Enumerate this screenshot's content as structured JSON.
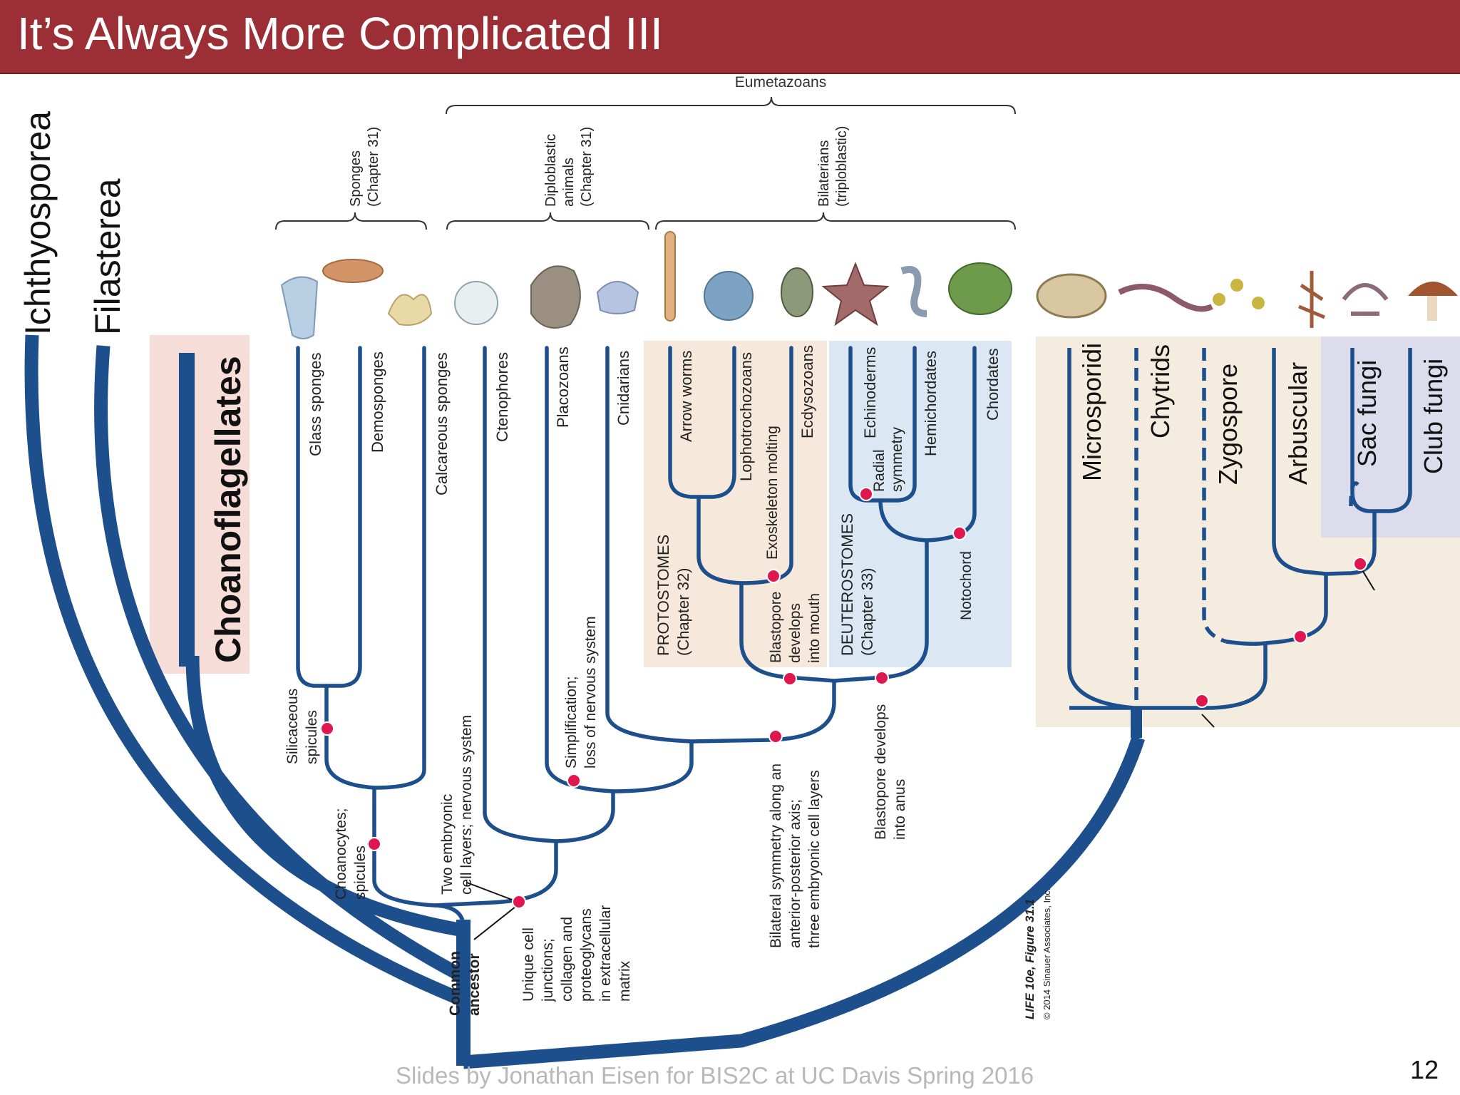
{
  "slide": {
    "title": "It’s Always More Complicated III",
    "footer": "Slides by Jonathan Eisen for BIS2C at UC Davis Spring 2016",
    "page_number": "12"
  },
  "outgroups": {
    "ichthyosporea": "Ichthyosporea",
    "filasterea": "Filasterea",
    "choanoflagellates": "Choanoflagellates"
  },
  "brackets": {
    "eumetazoans": "Eumetazoans",
    "sponges_1": "Sponges",
    "sponges_2": "(Chapter 31)",
    "diplo_1": "Diploblastic",
    "diplo_2": "animals",
    "diplo_3": "(Chapter 31)",
    "bilat_1": "Bilaterians",
    "bilat_2": "(triploblastic)"
  },
  "taxa": {
    "glass": "Glass sponges",
    "demo": "Demosponges",
    "calc": "Calcareous sponges",
    "cteno": "Ctenophores",
    "placo": "Placozoans",
    "cnid": "Cnidarians",
    "arrow": "Arrow worms",
    "lopho": "Lophotrochozoans",
    "ecdy": "Ecdysozoans",
    "echino": "Echinoderms",
    "hemi": "Hemichordates",
    "chord": "Chordates"
  },
  "groups": {
    "proto_1": "PROTOSTOMES",
    "proto_2": "(Chapter 32)",
    "deutero_1": "DEUTEROSTOMES",
    "deutero_2": "(Chapter 33)"
  },
  "characters": {
    "silic_1": "Silicaceous",
    "silic_2": "spicules",
    "choano_1": "Choanocytes;",
    "choano_2": "spicules",
    "twoemb_1": "Two embryonic",
    "twoemb_2": "cell layers; nervous system",
    "unique_1": "Unique cell",
    "unique_2": "junctions;",
    "unique_3": "collagen and",
    "unique_4": "proteoglycans",
    "unique_5": "in extracellular",
    "unique_6": "matrix",
    "simpl_1": "Simplification;",
    "simpl_2": "loss of nervous system",
    "bilsym_1": "Bilateral symmetry along an",
    "bilsym_2": "anterior-posterior axis;",
    "bilsym_3": "three embryonic cell layers",
    "blastoanus_1": "Blastopore develops",
    "blastoanus_2": "into anus",
    "blastomouth_1": "Blastopore",
    "blastomouth_2": "develops",
    "blastomouth_3": "into mouth",
    "exo": "Exoskeleton molting",
    "radial_1": "Radial",
    "radial_2": "symmetry",
    "noto": "Notochord",
    "ancestor_1": "Common",
    "ancestor_2": "ancestor"
  },
  "fungi": {
    "micro": "Microsporidi",
    "chytrid": "Chytrids",
    "zygo": "Zygospore",
    "arbus": "Arbuscular",
    "sac": "Sac fungi",
    "club": "Club fungi"
  },
  "credits": {
    "line1": "LIFE 10e, Figure 31.1",
    "line2": "© 2014 Sinauer Associates, Inc."
  },
  "colors": {
    "branch": "#1d4f8c",
    "node": "#e0174f",
    "title_bg": "#9b2f35",
    "protostome_bg": "#f6e8da",
    "deuterostome_bg": "#dbe8f4",
    "choano_bg": "#f7ddd8",
    "fungi_bg": "#f5ece0",
    "dikarya_bg": "#dcdcec"
  }
}
